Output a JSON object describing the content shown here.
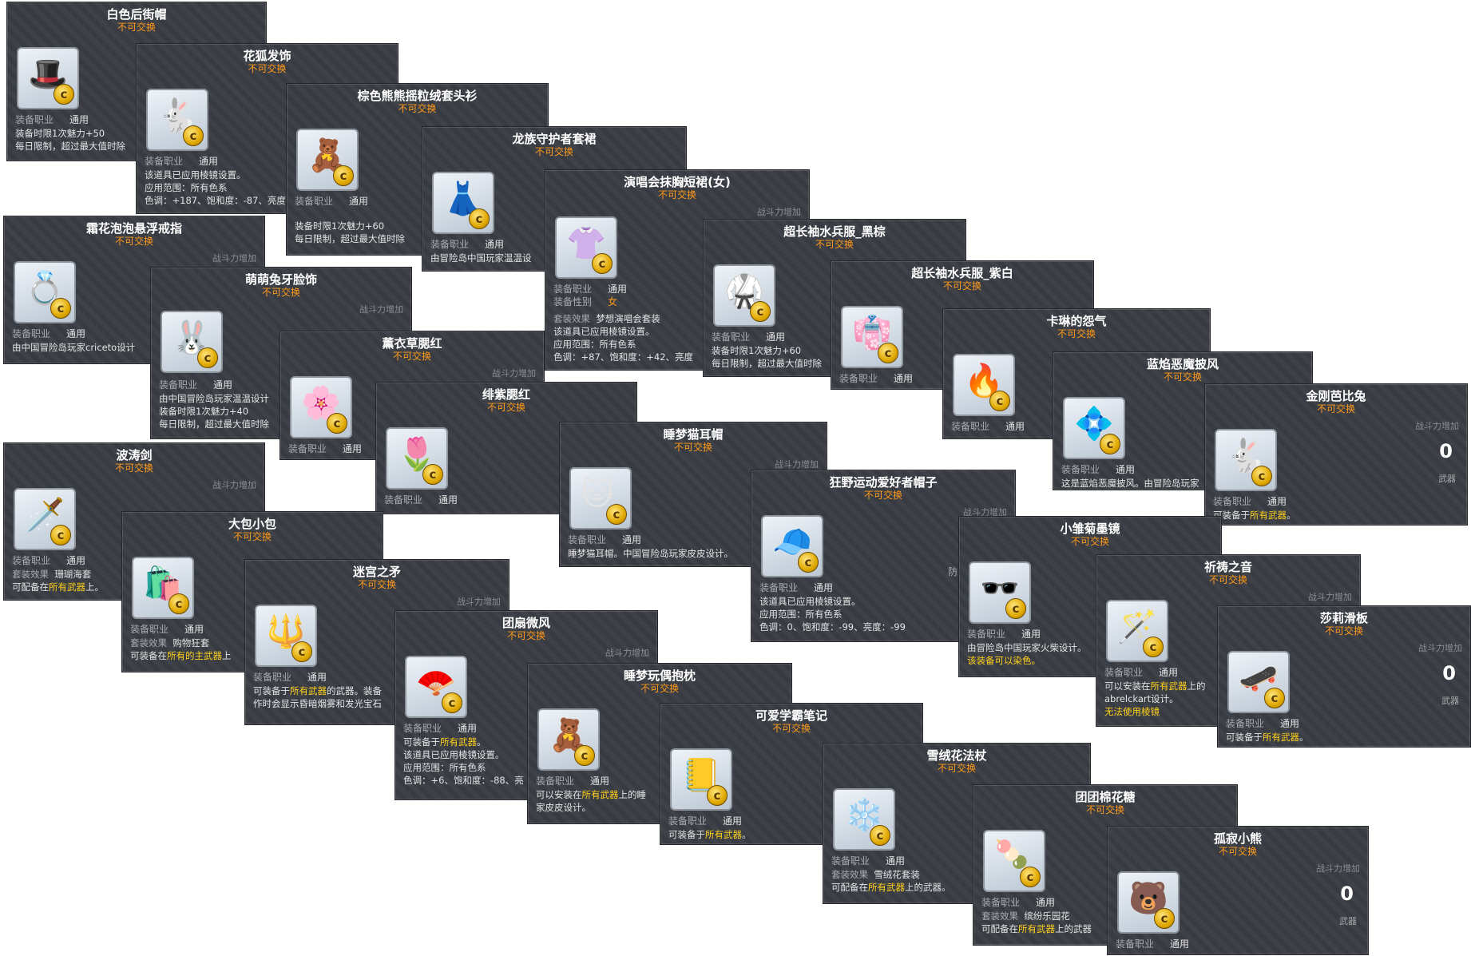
{
  "common": {
    "untradable": "不可交换",
    "job_label": "装备职业",
    "job_value": "通用",
    "power_label": "战斗力增加",
    "weapon_label": "武器",
    "power_value": "0"
  },
  "items": [
    {
      "name": "白色后街帽",
      "desc1": "装备时限1次魅力+50",
      "desc2": "每日限制，超过最大值时除",
      "art": "🎩"
    },
    {
      "name": "花狐发饰",
      "desc1": "该道具已应用棱镜设置。",
      "desc2": "应用范围：所有色系",
      "desc3": "色调：+187、饱和度：-87、亮度",
      "art": "🐇"
    },
    {
      "name": "棕色熊熊摇粒绒套头衫",
      "desc1": "装备时限1次魅力+60",
      "desc2": "每日限制，超过最大值时除",
      "art": "🧸"
    },
    {
      "name": "龙族守护者套裙",
      "desc1": "由冒险岛中国玩家温温设",
      "art": "👗"
    },
    {
      "name": "演唱会抹胸短裙(女)",
      "gender_label": "装备性别",
      "gender_value": "女",
      "set_label": "套装效果",
      "set_value": "梦想演唱会套装",
      "desc1": "该道具已应用棱镜设置。",
      "desc2": "应用范围：所有色系",
      "desc3": "色调：+87、饱和度：+42、亮度",
      "art": "👚"
    },
    {
      "name": "超长袖水兵服_黑棕",
      "desc1": "装备时限1次魅力+60",
      "desc2": "每日限制，超过最大值时除",
      "art": "🥋"
    },
    {
      "name": "超长袖水兵服_紫白",
      "art": "👘"
    },
    {
      "name": "霜花泡泡悬浮戒指",
      "desc1": "由中国冒险岛玩家criceto设计",
      "art": "💍"
    },
    {
      "name": "萌萌兔牙脸饰",
      "desc1": "由中国冒险岛玩家温温设计",
      "desc2": "装备时限1次魅力+40",
      "desc3": "每日限制，超过最大值时除",
      "art": "🐰"
    },
    {
      "name": "薰衣草腮红",
      "art": "🌸"
    },
    {
      "name": "绯紫腮红",
      "art": "🌷"
    },
    {
      "name": "睡梦猫耳帽",
      "desc1": "睡梦猫耳帽。中国冒险岛玩家皮皮设计。",
      "art": "🐱"
    },
    {
      "name": "卡琳的怨气",
      "art": "🔥"
    },
    {
      "name": "蓝焰恶魔披风",
      "desc1": "这是蓝焰恶魔披风。由冒险岛玩家",
      "art": "💠"
    },
    {
      "name": "金刚芭比兔",
      "desc1_pre": "可装备于",
      "desc1_hl": "所有武器",
      "desc1_post": "。",
      "art": "🐇"
    },
    {
      "name": "波涛剑",
      "set_label": "套装效果",
      "set_value": "珊瑚海套",
      "desc1_pre": "可配备在",
      "desc1_hl": "所有武器",
      "desc1_post": "上。",
      "art": "🗡️"
    },
    {
      "name": "大包小包",
      "set_label": "套装效果",
      "set_value": "购物狂套",
      "desc1_pre": "可装备在",
      "desc1_hl": "所有的主武器",
      "desc1_post": "上",
      "art": "🛍️"
    },
    {
      "name": "迷宫之矛",
      "desc1_pre": "可装备于",
      "desc1_hl": "所有武器",
      "desc1_post": "的武器。装备",
      "desc2": "作时会显示昏暗烟雾和发光宝石",
      "art": "🔱"
    },
    {
      "name": "狂野运动爱好者帽子",
      "extra": "防",
      "desc1": "该道具已应用棱镜设置。",
      "desc2": "应用范围：所有色系",
      "desc3": "色调：0、饱和度：-99、亮度：-99",
      "art": "🧢"
    },
    {
      "name": "小雏菊墨镜",
      "desc1": "由冒险岛中国玩家火柴设计。",
      "desc2": "该装备可以染色。",
      "art": "🕶️"
    },
    {
      "name": "祈祷之音",
      "desc1_pre": "可以安装在",
      "desc1_hl": "所有武器",
      "desc1_post": "上的",
      "desc2": "abrelckart设计。",
      "desc3": "无法使用棱镜",
      "art": "🪄"
    },
    {
      "name": "莎莉滑板",
      "desc1_pre": "可装备于",
      "desc1_hl": "所有武器",
      "desc1_post": "。",
      "art": "🛹"
    },
    {
      "name": "团扇微风",
      "desc1_pre": "可装备于",
      "desc1_hl": "所有武器",
      "desc1_post": "。",
      "desc2": "该道具已应用棱镜设置。",
      "desc3": "应用范围：所有色系",
      "desc4": "色调：+6、饱和度：-88、亮",
      "art": "🪭"
    },
    {
      "name": "睡梦玩偶抱枕",
      "desc1_pre": "可以安装在",
      "desc1_hl": "所有武器",
      "desc1_post": "上的睡",
      "desc2": "家皮皮设计。",
      "art": "🧸"
    },
    {
      "name": "可爱学霸笔记",
      "desc1_pre": "可装备于",
      "desc1_hl": "所有武器",
      "desc1_post": "。",
      "art": "📒"
    },
    {
      "name": "雪绒花法杖",
      "set_label": "套装效果",
      "set_value": "雪绒花套装",
      "desc1_pre": "可配备在",
      "desc1_hl": "所有武器",
      "desc1_post": "上的武器。",
      "art": "❄️"
    },
    {
      "name": "团团棉花糖",
      "set_label": "套装效果",
      "set_value": "缤纷乐园花",
      "desc1_pre": "可配备在",
      "desc1_hl": "所有武器",
      "desc1_post": "上的武器",
      "art": "🍡"
    },
    {
      "name": "孤寂小熊",
      "art": "🐻"
    }
  ]
}
